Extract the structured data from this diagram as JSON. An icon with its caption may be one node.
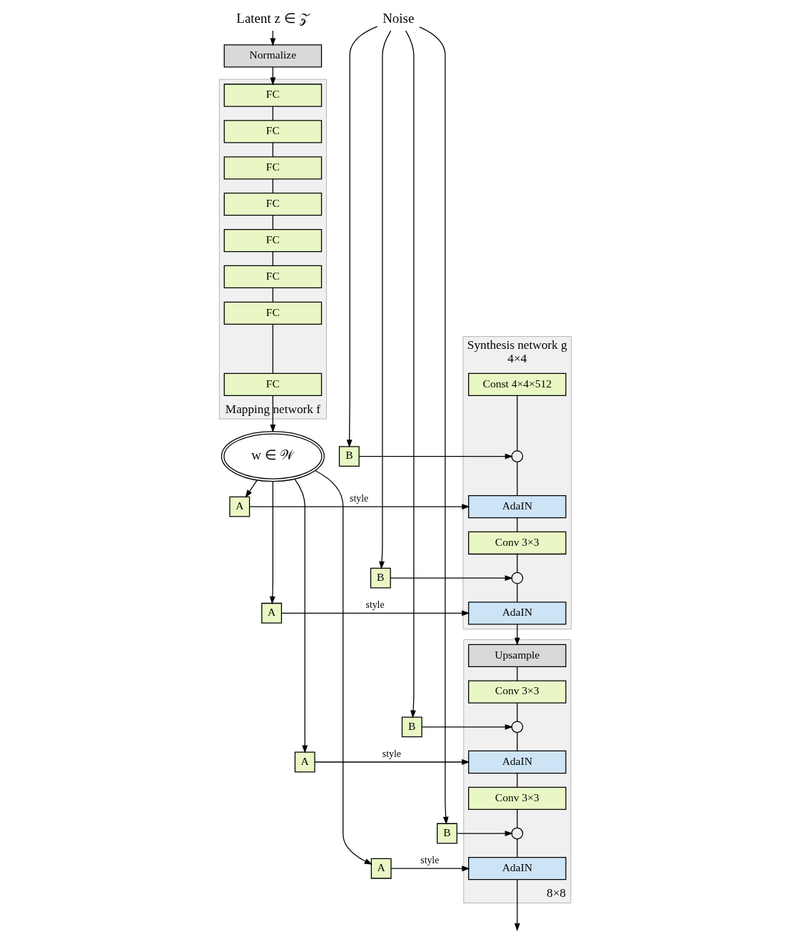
{
  "diagram": {
    "nodes": [
      {
        "text": [
          "Latent z ∈ 𝒵"
        ]
      },
      {
        "text": [
          "Normalize"
        ]
      },
      {
        "text": [
          "Mapping network f"
        ]
      },
      {
        "text": [
          "FC"
        ],
        "in": 2
      },
      {
        "text": [
          "FC"
        ],
        "in": 2
      },
      {
        "text": [
          "FC"
        ],
        "in": 2
      },
      {
        "text": [
          "FC"
        ],
        "in": 2
      },
      {
        "text": [
          "FC"
        ],
        "in": 2
      },
      {
        "text": [
          "FC"
        ],
        "in": 2
      },
      {
        "text": [
          "FC"
        ],
        "in": 2
      },
      {
        "text": [
          "FC"
        ],
        "in": 2
      },
      {
        "text": [
          "w ∈ 𝒲"
        ]
      },
      {
        "text": [
          "Noise"
        ]
      },
      {
        "text": [
          "Synthesis network g",
          "4×4"
        ]
      },
      {
        "text": [
          "Const 4×4×512"
        ],
        "in": 13
      },
      {
        "text": [],
        "shape": "circle",
        "in": 13
      },
      {
        "text": [
          "AdaIN"
        ],
        "in": 13
      },
      {
        "text": [
          "Conv 3×3"
        ],
        "in": 13
      },
      {
        "text": [],
        "shape": "circle",
        "in": 13
      },
      {
        "text": [
          "AdaIN"
        ],
        "in": 13
      },
      {
        "text": [
          "8×8"
        ]
      },
      {
        "text": [
          "Upsample"
        ],
        "in": 20
      },
      {
        "text": [
          "Conv 3×3"
        ],
        "in": 20
      },
      {
        "text": [],
        "shape": "circle",
        "in": 20
      },
      {
        "text": [
          "AdaIN"
        ],
        "in": 20
      },
      {
        "text": [
          "Conv 3×3"
        ],
        "in": 20
      },
      {
        "text": [],
        "shape": "circle",
        "in": 20
      },
      {
        "text": [
          "AdaIN"
        ],
        "in": 20
      },
      {
        "text": [
          "A"
        ]
      },
      {
        "text": [
          "A"
        ]
      },
      {
        "text": [
          "A"
        ]
      },
      {
        "text": [
          "A"
        ]
      },
      {
        "text": [
          "B"
        ]
      },
      {
        "text": [
          "B"
        ]
      },
      {
        "text": [
          "B"
        ]
      },
      {
        "text": [
          "B"
        ]
      }
    ],
    "edges": [
      {
        "from": 0,
        "to": 1,
        "arrow": "to"
      },
      {
        "from": 1,
        "to": 3,
        "arrow": "to"
      },
      {
        "from": 3,
        "to": 4,
        "arrow": "none"
      },
      {
        "from": 4,
        "to": 5,
        "arrow": "none"
      },
      {
        "from": 5,
        "to": 6,
        "arrow": "none"
      },
      {
        "from": 6,
        "to": 7,
        "arrow": "none"
      },
      {
        "from": 7,
        "to": 8,
        "arrow": "none"
      },
      {
        "from": 8,
        "to": 9,
        "arrow": "none"
      },
      {
        "from": 9,
        "to": 10,
        "arrow": "none"
      },
      {
        "from": 10,
        "to": 11,
        "arrow": "to"
      },
      {
        "from": 11,
        "to": 28,
        "arrow": "to"
      },
      {
        "from": 11,
        "to": 29,
        "arrow": "to"
      },
      {
        "from": 11,
        "to": 30,
        "arrow": "to"
      },
      {
        "from": 11,
        "to": 31,
        "arrow": "to"
      },
      {
        "from": 28,
        "to": 16,
        "arrow": "to",
        "label": "style"
      },
      {
        "from": 29,
        "to": 19,
        "arrow": "to",
        "label": "style"
      },
      {
        "from": 30,
        "to": 24,
        "arrow": "to",
        "label": "style"
      },
      {
        "from": 31,
        "to": 27,
        "arrow": "to",
        "label": "style"
      },
      {
        "from": 12,
        "to": 32,
        "arrow": "to"
      },
      {
        "from": 12,
        "to": 33,
        "arrow": "to"
      },
      {
        "from": 12,
        "to": 34,
        "arrow": "to"
      },
      {
        "from": 12,
        "to": 35,
        "arrow": "to"
      },
      {
        "from": 32,
        "to": 15,
        "arrow": "to"
      },
      {
        "from": 33,
        "to": 18,
        "arrow": "to"
      },
      {
        "from": 34,
        "to": 23,
        "arrow": "to"
      },
      {
        "from": 35,
        "to": 26,
        "arrow": "to"
      },
      {
        "from": 14,
        "to": 15,
        "arrow": "none"
      },
      {
        "from": 15,
        "to": 16,
        "arrow": "none"
      },
      {
        "from": 16,
        "to": 17,
        "arrow": "none"
      },
      {
        "from": 17,
        "to": 18,
        "arrow": "none"
      },
      {
        "from": 18,
        "to": 19,
        "arrow": "none"
      },
      {
        "from": 19,
        "to": 21,
        "arrow": "to"
      },
      {
        "from": 21,
        "to": 22,
        "arrow": "none"
      },
      {
        "from": 22,
        "to": 23,
        "arrow": "none"
      },
      {
        "from": 23,
        "to": 24,
        "arrow": "none"
      },
      {
        "from": 24,
        "to": 25,
        "arrow": "none"
      },
      {
        "from": 25,
        "to": 26,
        "arrow": "none"
      },
      {
        "from": 26,
        "to": 27,
        "arrow": "none"
      },
      {
        "from": 27,
        "to": null,
        "arrow": "to"
      }
    ]
  }
}
